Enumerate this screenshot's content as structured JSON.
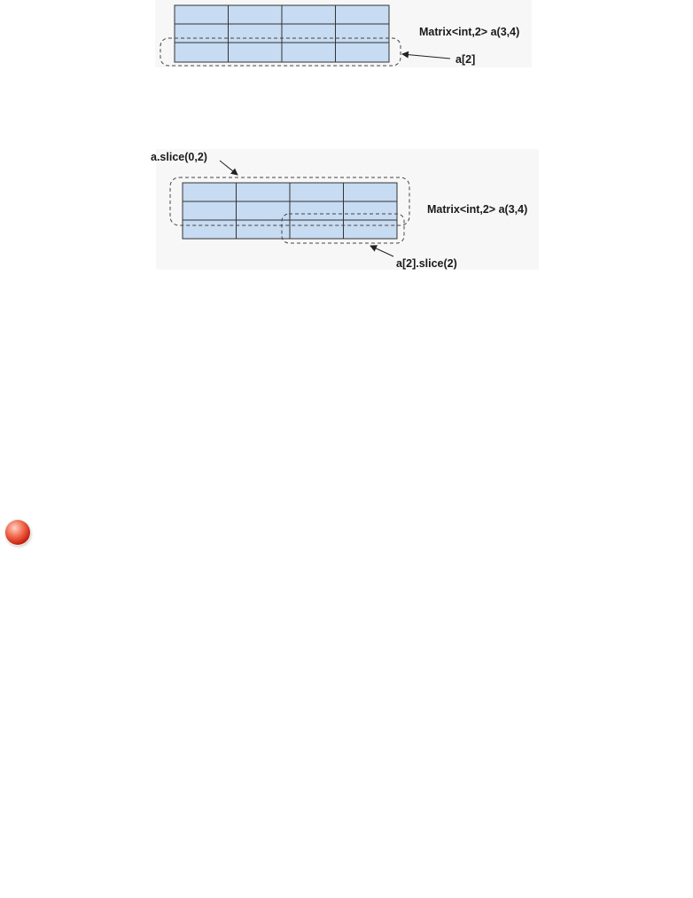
{
  "figure1": {
    "matrix_label": "Matrix<int,2> a(3,4)",
    "row_label": "a[2]"
  },
  "figure2": {
    "slice_label": "a.slice(0,2)",
    "matrix_label": "Matrix<int,2> a(3,4)",
    "row_slice_label": "a[2].slice(2)"
  },
  "colors": {
    "cell_fill": "#c7dbf2",
    "grid_line": "#333333",
    "figure_bg": "#f7f7f7",
    "bullet": "#e3412a"
  },
  "icons": {
    "bullet": "red-ball-icon"
  }
}
